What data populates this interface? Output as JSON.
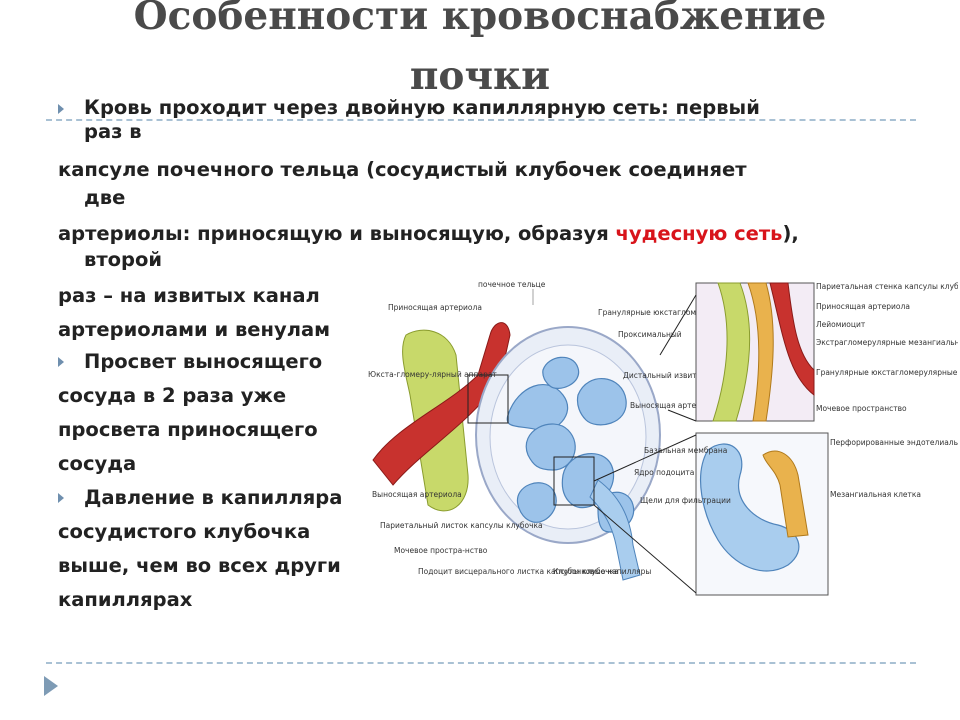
{
  "slide": {
    "title_line1": "Особенности кровоснабжение",
    "title_line2": "почки",
    "lines": {
      "l1": "Кровь проходит через двойную капиллярную сеть: первый",
      "l2": "раз в",
      "l3": "капсуле почечного тельца (сосудистый клубочек соединяет",
      "l4": "две",
      "l5a": "артериолы: приносящую и выносящую, образуя ",
      "l5b": "чудесную сеть",
      "l5c": "),",
      "l6": "второй",
      "l7": " раз – на извитых канал",
      "l8": "артериолами и венулам",
      "l9": "Просвет выносящего",
      "l10": "сосуда в 2 раза уже",
      "l11": "просвета приносящего",
      "l12": "сосуда",
      "l13": "Давление в капилляра",
      "l14": "сосудистого клубочка",
      "l15": "выше, чем во всех други",
      "l16": "капиллярах"
    },
    "colors": {
      "accent_red": "#d8141b",
      "bullet": "#6f8fae",
      "rule": "#a9c1d4"
    }
  },
  "figure": {
    "heading": "почечное тельце",
    "labels": {
      "afferent": "Приносящая артериола",
      "jg_apparatus": "Юкста-гломеру-лярный аппарат",
      "granular": "Гранулярные юкстагломерулярные клетки",
      "proximal": "Проксимальный",
      "distal": "Дистальный извитый каналец",
      "efferent_left": "Выносящая артериола",
      "efferent_right": "Выносящая артериола",
      "parietal_layer": "Париетальный листок капсулы клубочка",
      "urinary_space_1": "Мочевое простра-нство",
      "podocyte": "Подоцит висцерального листка капсулы клубочка",
      "capillaries": "Клубочковые капилляры",
      "parietal_wall": "Париетальная стенка капсулы клубочка",
      "afferent_small": "Приносящая артериола",
      "myocyte": "Лейомиоцит",
      "mesangial_extra": "Экстрагломерулярные мезангиальные клетки",
      "granular_jg": "Гранулярные юкстагломерулярные клетки",
      "urinary_space_2": "Мочевое пространство",
      "basement": "Базальная мембрана",
      "podocyte_nucleus": "Ядро подоцита",
      "slits": "Щели для фильтрации",
      "fenestrated": "Перфорированные эндотелиальные клетки",
      "mesangial": "Мезангиальная клетка"
    }
  }
}
